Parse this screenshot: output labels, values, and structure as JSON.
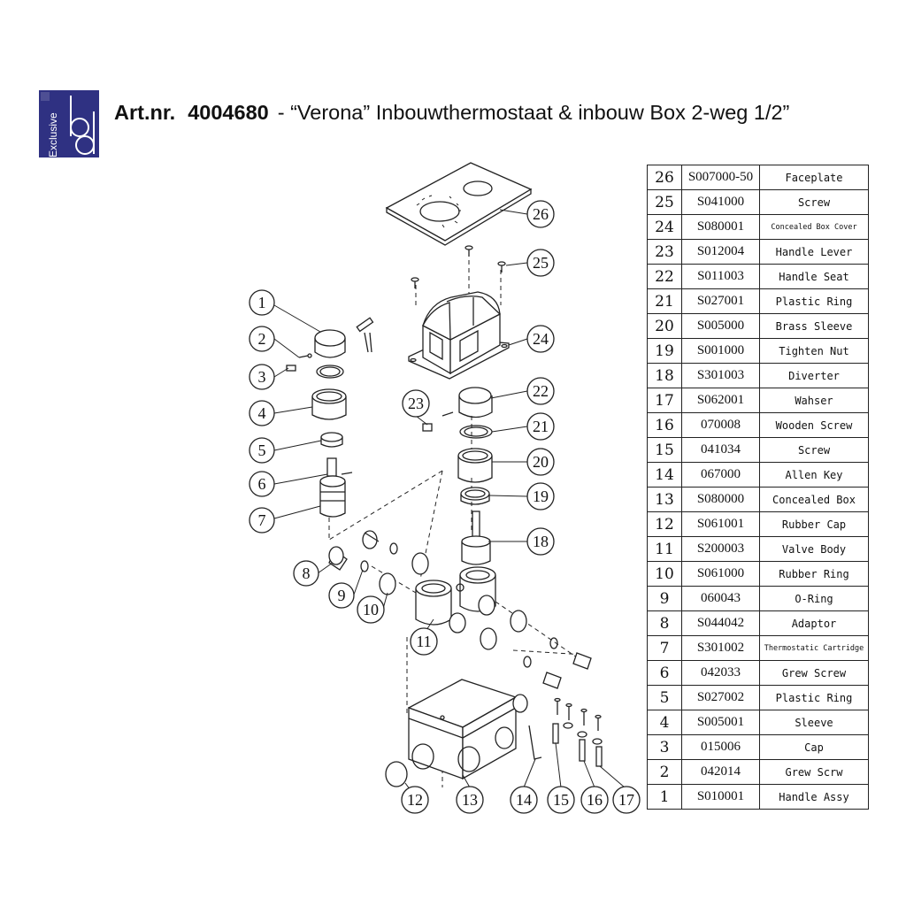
{
  "logo": {
    "text": "Exclusive",
    "mark": "bd"
  },
  "header": {
    "art_label": "Art.nr.",
    "art_number": "4004680",
    "description": "- “Verona” Inbouwthermostaat & inbouw Box 2-weg 1/2”"
  },
  "parts": [
    {
      "no": "26",
      "code": "S007000-50",
      "name": "Faceplate"
    },
    {
      "no": "25",
      "code": "S041000",
      "name": "Screw"
    },
    {
      "no": "24",
      "code": "S080001",
      "name": "Concealed Box Cover"
    },
    {
      "no": "23",
      "code": "S012004",
      "name": "Handle Lever"
    },
    {
      "no": "22",
      "code": "S011003",
      "name": "Handle Seat"
    },
    {
      "no": "21",
      "code": "S027001",
      "name": "Plastic Ring"
    },
    {
      "no": "20",
      "code": "S005000",
      "name": "Brass Sleeve"
    },
    {
      "no": "19",
      "code": "S001000",
      "name": "Tighten Nut"
    },
    {
      "no": "18",
      "code": "S301003",
      "name": "Diverter"
    },
    {
      "no": "17",
      "code": "S062001",
      "name": "Wahser"
    },
    {
      "no": "16",
      "code": "070008",
      "name": "Wooden Screw"
    },
    {
      "no": "15",
      "code": "041034",
      "name": "Screw"
    },
    {
      "no": "14",
      "code": "067000",
      "name": "Allen Key"
    },
    {
      "no": "13",
      "code": "S080000",
      "name": "Concealed Box"
    },
    {
      "no": "12",
      "code": "S061001",
      "name": "Rubber Cap"
    },
    {
      "no": "11",
      "code": "S200003",
      "name": "Valve Body"
    },
    {
      "no": "10",
      "code": "S061000",
      "name": "Rubber Ring"
    },
    {
      "no": "9",
      "code": "060043",
      "name": "O-Ring"
    },
    {
      "no": "8",
      "code": "S044042",
      "name": "Adaptor"
    },
    {
      "no": "7",
      "code": "S301002",
      "name": "Thermostatic Cartridge"
    },
    {
      "no": "6",
      "code": "042033",
      "name": "Grew Screw"
    },
    {
      "no": "5",
      "code": "S027002",
      "name": "Plastic Ring"
    },
    {
      "no": "4",
      "code": "S005001",
      "name": "Sleeve"
    },
    {
      "no": "3",
      "code": "015006",
      "name": "Cap"
    },
    {
      "no": "2",
      "code": "042014",
      "name": "Grew Scrw"
    },
    {
      "no": "1",
      "code": "S010001",
      "name": "Handle Assy"
    }
  ],
  "callouts": [
    "1",
    "2",
    "3",
    "4",
    "5",
    "6",
    "7",
    "8",
    "9",
    "10",
    "11",
    "12",
    "13",
    "14",
    "15",
    "16",
    "17",
    "18",
    "19",
    "20",
    "21",
    "22",
    "23",
    "24",
    "25",
    "26"
  ],
  "colors": {
    "logo_bg": "#2f3182",
    "line": "#222222"
  }
}
